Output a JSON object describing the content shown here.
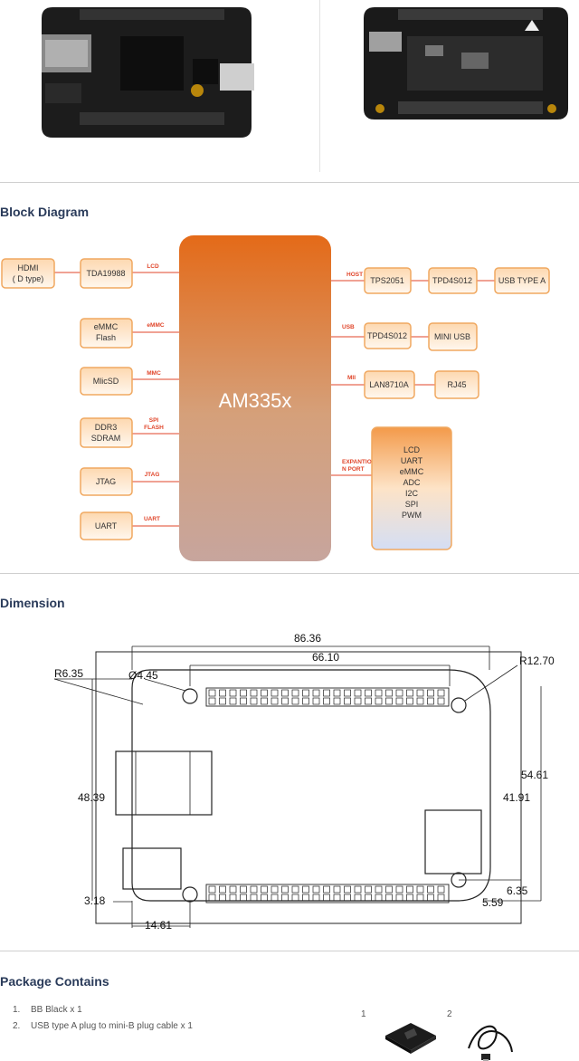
{
  "sections": {
    "block_diagram": "Block Diagram",
    "dimension": "Dimension",
    "package": "Package Contains"
  },
  "block_diagram": {
    "cpu": "AM335x",
    "left_blocks": [
      {
        "lines": [
          "HDMI",
          "( D type)"
        ]
      },
      {
        "lines": [
          "TDA19988"
        ]
      },
      {
        "lines": [
          "eMMC",
          "Flash"
        ]
      },
      {
        "lines": [
          "MlicSD"
        ]
      },
      {
        "lines": [
          "DDR3",
          "SDRAM"
        ]
      },
      {
        "lines": [
          "JTAG"
        ]
      },
      {
        "lines": [
          "UART"
        ]
      }
    ],
    "left_links": [
      {
        "lines": [
          "LCD"
        ]
      },
      {
        "lines": [
          "eMMC"
        ]
      },
      {
        "lines": [
          "MMC"
        ]
      },
      {
        "lines": [
          "SPI",
          "FLASH"
        ]
      },
      {
        "lines": [
          "JTAG"
        ]
      },
      {
        "lines": [
          "UART"
        ]
      }
    ],
    "right_links": [
      {
        "lines": [
          "HOST"
        ]
      },
      {
        "lines": [
          "USB"
        ]
      },
      {
        "lines": [
          "MII"
        ]
      },
      {
        "lines": [
          "EXPANTIO",
          "N PORT"
        ]
      }
    ],
    "right_blocks": [
      {
        "lines": [
          "TPS2051"
        ]
      },
      {
        "lines": [
          "TPD4S012"
        ]
      },
      {
        "lines": [
          "USB TYPE A"
        ]
      },
      {
        "lines": [
          "TPD4S012"
        ]
      },
      {
        "lines": [
          "MINI USB"
        ]
      },
      {
        "lines": [
          "LAN8710A"
        ]
      },
      {
        "lines": [
          "RJ45"
        ]
      }
    ],
    "expansion": [
      "LCD",
      "UART",
      "eMMC",
      "ADC",
      "I2C",
      "SPI",
      "PWM"
    ]
  },
  "dimension": {
    "width_overall": "86.36",
    "header_length": "66.10",
    "hole_diameter": "Ø4.45",
    "corner_radius_left": "R6.35",
    "corner_radius_right": "R12.70",
    "height_overall": "54.61",
    "header_spacing": "41.91",
    "left_edge_height": "48.39",
    "bottom_hole_offset": "3.18",
    "bottom_hole_x": "14.61",
    "right_hole_y": "6.35",
    "right_hole_x": "5.59"
  },
  "package": {
    "items": [
      {
        "num": "1.",
        "text": "BB Black x 1"
      },
      {
        "num": "2.",
        "text": "USB type A plug to mini-B plug cable x 1"
      }
    ],
    "image_labels": [
      "1",
      "2"
    ]
  },
  "colors": {
    "title": "#2a3b5a",
    "block_fill": "#fde9d2",
    "block_border": "#f0a860",
    "cpu_top": "#e06b1c",
    "cpu_bottom": "#c9a7a0",
    "link_text": "#e0452a"
  }
}
